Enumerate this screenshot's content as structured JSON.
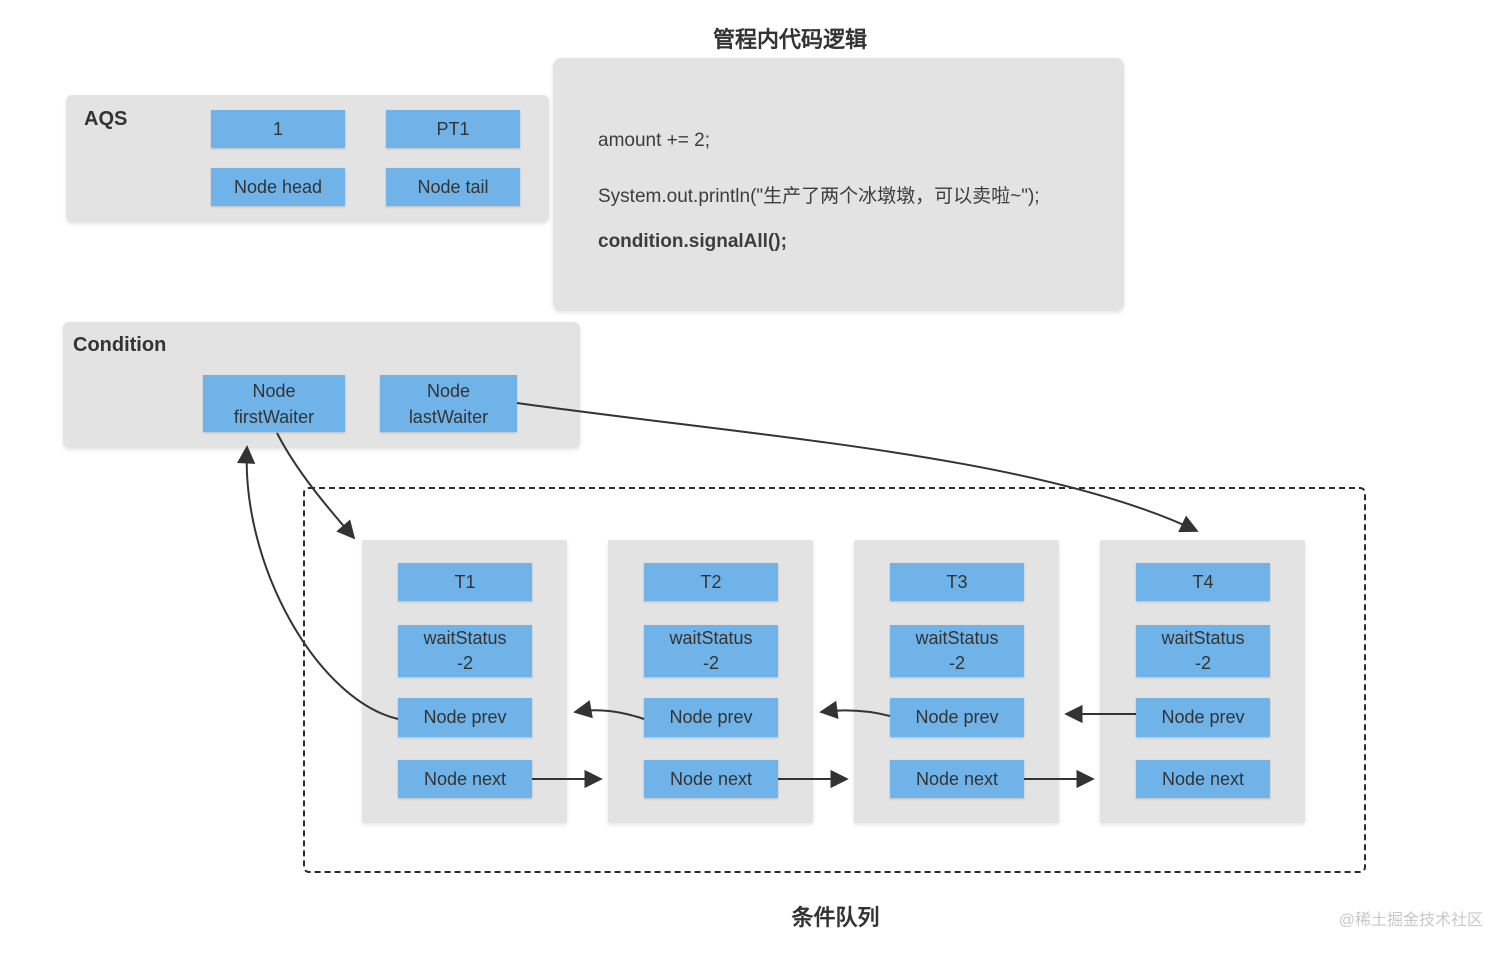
{
  "title": "管程内代码逻辑",
  "code_box": {
    "lines": [
      {
        "text": "amount += 2;",
        "bold": false
      },
      {
        "text": "System.out.println(\"生产了两个冰墩墩，可以卖啦~\");",
        "bold": false
      },
      {
        "text": "condition.signalAll();",
        "bold": true
      }
    ]
  },
  "aqs": {
    "label": "AQS",
    "cells": [
      "1",
      "PT1",
      "Node head",
      "Node tail"
    ]
  },
  "condition": {
    "label": "Condition",
    "cells": [
      {
        "line1": "Node",
        "line2": "firstWaiter"
      },
      {
        "line1": "Node",
        "line2": "lastWaiter"
      }
    ]
  },
  "queue": {
    "label": "条件队列",
    "nodes": [
      {
        "thread": "T1",
        "wait_status_label": "waitStatus",
        "wait_status_value": "-2",
        "prev_label": "Node prev",
        "next_label": "Node next"
      },
      {
        "thread": "T2",
        "wait_status_label": "waitStatus",
        "wait_status_value": "-2",
        "prev_label": "Node prev",
        "next_label": "Node next"
      },
      {
        "thread": "T3",
        "wait_status_label": "waitStatus",
        "wait_status_value": "-2",
        "prev_label": "Node prev",
        "next_label": "Node next"
      },
      {
        "thread": "T4",
        "wait_status_label": "waitStatus",
        "wait_status_value": "-2",
        "prev_label": "Node prev",
        "next_label": "Node next"
      }
    ]
  },
  "watermark": "@稀土掘金技术社区",
  "colors": {
    "node_fill": "#6fb3e8",
    "panel_fill": "#e3e3e3",
    "arrow": "#333333",
    "text": "#3a3a3a",
    "dashed_border": "#2b2b2b",
    "watermark": "#c8c8c8"
  }
}
